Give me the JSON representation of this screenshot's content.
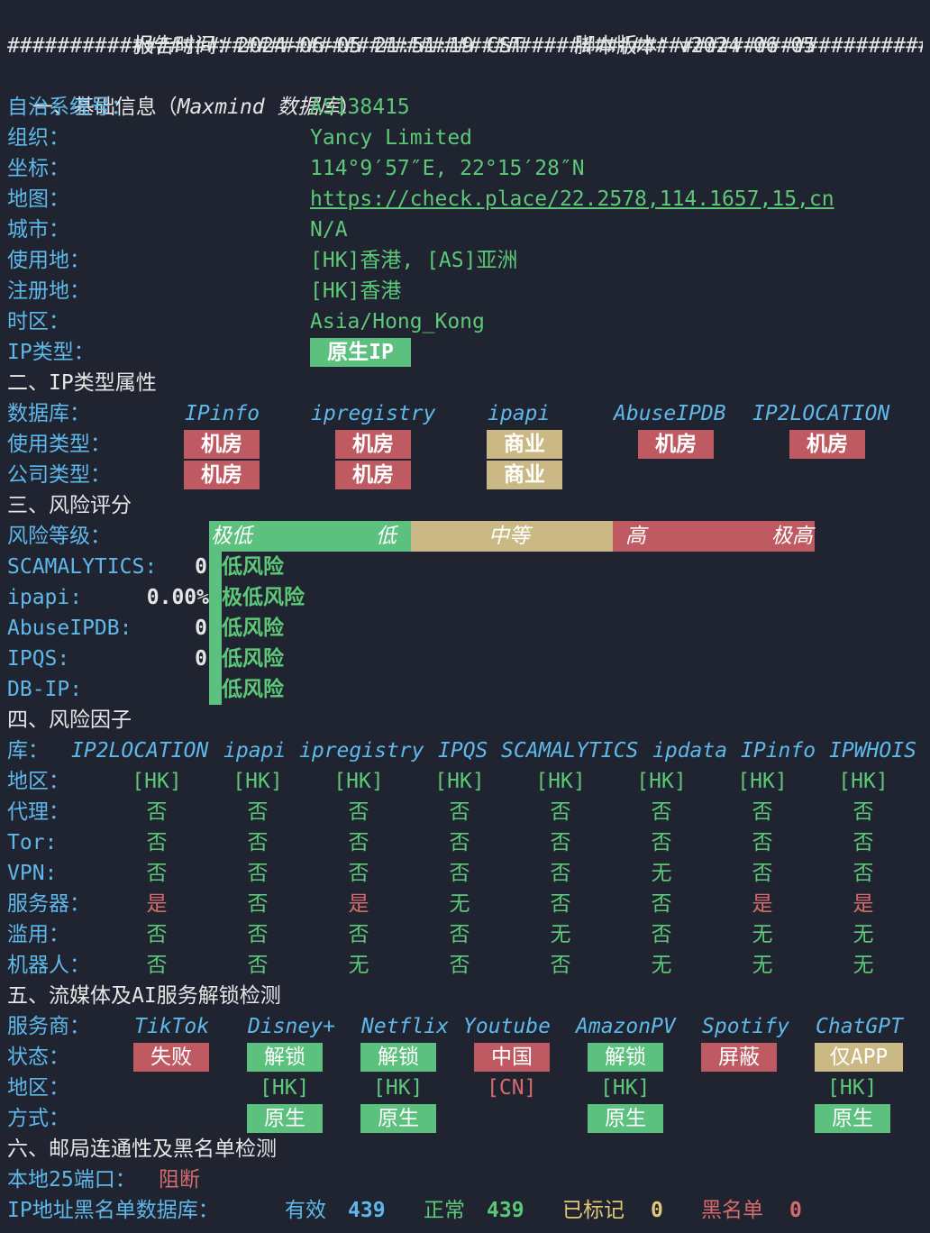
{
  "header": {
    "report_time_label": "报告时间：",
    "report_time": "2024-06-05 21:51:19 CST",
    "version_label": "脚本版本：",
    "version": "v2024-06-05",
    "divider": "##########################################################################"
  },
  "section1": {
    "title_prefix": "一、基础信息（",
    "title_italic": "Maxmind 数据库",
    "title_suffix": "）",
    "rows": [
      {
        "label": "自治系统号：",
        "value": "AS138415"
      },
      {
        "label": "组织：",
        "value": "Yancy Limited"
      },
      {
        "label": "坐标：",
        "value": "114°9′57″E, 22°15′28″N"
      },
      {
        "label": "地图：",
        "value": "https://check.place/22.2578,114.1657,15,cn"
      },
      {
        "label": "城市：",
        "value": "N/A"
      },
      {
        "label": "使用地：",
        "value": "[HK]香港, [AS]亚洲"
      },
      {
        "label": "注册地：",
        "value": "[HK]香港"
      },
      {
        "label": "时区：",
        "value": "Asia/Hong_Kong"
      },
      {
        "label": "IP类型：",
        "value": "原生IP"
      }
    ]
  },
  "section2": {
    "title": "二、IP类型属性",
    "db_label": "数据库：",
    "usage_label": "使用类型：",
    "company_label": "公司类型：",
    "sources": [
      "IPinfo",
      "ipregistry",
      "ipapi",
      "AbuseIPDB",
      "IP2LOCATION"
    ],
    "usage": [
      "机房",
      "机房",
      "商业",
      "机房",
      "机房"
    ],
    "company": [
      "机房",
      "机房",
      "商业"
    ]
  },
  "section3": {
    "title": "三、风险评分",
    "level_label": "风险等级：",
    "scale": [
      "极低",
      "低",
      "中等",
      "高",
      "极高"
    ],
    "rows": [
      {
        "label": "SCAMALYTICS:",
        "score": "0",
        "level": "低风险"
      },
      {
        "label": "ipapi:",
        "score": "0.00%",
        "level": "极低风险"
      },
      {
        "label": "AbuseIPDB:",
        "score": "0",
        "level": "低风险"
      },
      {
        "label": "IPQS:",
        "score": "0",
        "level": "低风险"
      },
      {
        "label": "DB-IP:",
        "score": "",
        "level": "低风险"
      }
    ]
  },
  "section4": {
    "title": "四、风险因子",
    "db_label": "库：",
    "sources": [
      "IP2LOCATION",
      "ipapi",
      "ipregistry",
      "IPQS",
      "SCAMALYTICS",
      "ipdata",
      "IPinfo",
      "IPWHOIS"
    ],
    "rows": [
      {
        "label": "地区：",
        "values": [
          "[HK]",
          "[HK]",
          "[HK]",
          "[HK]",
          "[HK]",
          "[HK]",
          "[HK]",
          "[HK]"
        ]
      },
      {
        "label": "代理：",
        "values": [
          "否",
          "否",
          "否",
          "否",
          "否",
          "否",
          "否",
          "否"
        ]
      },
      {
        "label": "Tor:",
        "values": [
          "否",
          "否",
          "否",
          "否",
          "否",
          "否",
          "否",
          "否"
        ]
      },
      {
        "label": "VPN:",
        "values": [
          "否",
          "否",
          "否",
          "否",
          "否",
          "无",
          "否",
          "否"
        ]
      },
      {
        "label": "服务器：",
        "values": [
          "是",
          "否",
          "是",
          "无",
          "否",
          "否",
          "是",
          "是"
        ]
      },
      {
        "label": "滥用：",
        "values": [
          "否",
          "否",
          "否",
          "否",
          "无",
          "否",
          "无",
          "无"
        ]
      },
      {
        "label": "机器人：",
        "values": [
          "否",
          "否",
          "无",
          "否",
          "否",
          "无",
          "无",
          "无"
        ]
      }
    ]
  },
  "section5": {
    "title": "五、流媒体及AI服务解锁检测",
    "provider_label": "服务商：",
    "status_label": "状态：",
    "region_label": "地区：",
    "method_label": "方式：",
    "services": [
      {
        "name": "TikTok",
        "status": "失败",
        "region": "",
        "method": ""
      },
      {
        "name": "Disney+",
        "status": "解锁",
        "region": "[HK]",
        "method": "原生"
      },
      {
        "name": "Netflix",
        "status": "解锁",
        "region": "[HK]",
        "method": "原生"
      },
      {
        "name": "Youtube",
        "status": "中国",
        "region": "[CN]",
        "method": ""
      },
      {
        "name": "AmazonPV",
        "status": "解锁",
        "region": "[HK]",
        "method": "原生"
      },
      {
        "name": "Spotify",
        "status": "屏蔽",
        "region": "",
        "method": ""
      },
      {
        "name": "ChatGPT",
        "status": "仅APP",
        "region": "[HK]",
        "method": "原生"
      }
    ]
  },
  "section6": {
    "title": "六、邮局连通性及黑名单检测",
    "port_label": "本地25端口：",
    "port_value": "阻断",
    "bl_label": "IP地址黑名单数据库：",
    "valid_label": "有效",
    "valid": "439",
    "normal_label": "正常",
    "normal": "439",
    "marked_label": "已标记",
    "marked": "0",
    "black_label": "黑名单",
    "black": "0"
  },
  "colors": {
    "background": "#1f2430",
    "label_blue": "#5fb8ea",
    "value_green": "#5cc878",
    "risk_red": "#d66b6b",
    "warn_yellow": "#e0c878",
    "box_green": "#5cc07e",
    "box_red": "#bf5a63",
    "box_tan": "#cbb985"
  }
}
